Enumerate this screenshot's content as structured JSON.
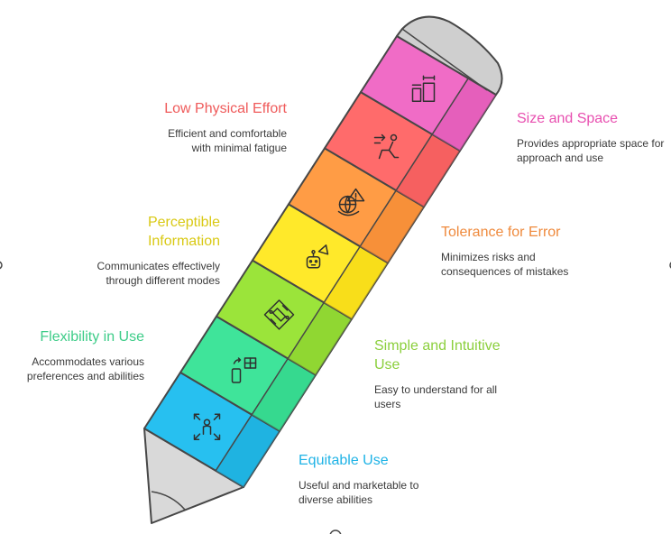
{
  "principles": [
    {
      "id": "equitable",
      "title": "Equitable Use",
      "desc": "Useful and marketable to diverse abilities",
      "color": "#1fb3e6",
      "icon": "person-expand-icon"
    },
    {
      "id": "flexibility",
      "title": "Flexibility in Use",
      "desc": "Accommodates various preferences and abilities",
      "color": "#3dcc88",
      "icon": "phone-grid-icon"
    },
    {
      "id": "simple",
      "title": "Simple and Intuitive Use",
      "desc": "Easy to understand for all users",
      "color": "#8bcf3c",
      "icon": "circuit-chip-icon"
    },
    {
      "id": "perceptible",
      "title": "Perceptible Information",
      "desc": "Communicates effectively through different modes",
      "color": "#d9c914",
      "icon": "robot-megaphone-icon"
    },
    {
      "id": "tolerance",
      "title": "Tolerance for Error",
      "desc": "Minimizes risks and consequences of mistakes",
      "color": "#ef8a3d",
      "icon": "warning-globe-icon"
    },
    {
      "id": "effort",
      "title": "Low Physical Effort",
      "desc": "Efficient and comfortable with minimal fatigue",
      "color": "#ef5a5a",
      "icon": "seated-person-icon"
    },
    {
      "id": "size",
      "title": "Size and Space",
      "desc": "Provides appropriate space for approach and use",
      "color": "#e84fb0",
      "icon": "size-boxes-icon"
    }
  ],
  "colors": {
    "outline": "#474747",
    "tip": "#d9d9d9",
    "eraser": "#cfcfcf",
    "seg": [
      "#27c0f0",
      "#3fe49a",
      "#9be43a",
      "#ffe92a",
      "#ff9c45",
      "#ff6b6b",
      "#f06cc6"
    ],
    "segDark": [
      "#1aa7d6",
      "#2fcf87",
      "#86cc2b",
      "#f2d60c",
      "#f08630",
      "#ef5858",
      "#dd55b3"
    ]
  }
}
